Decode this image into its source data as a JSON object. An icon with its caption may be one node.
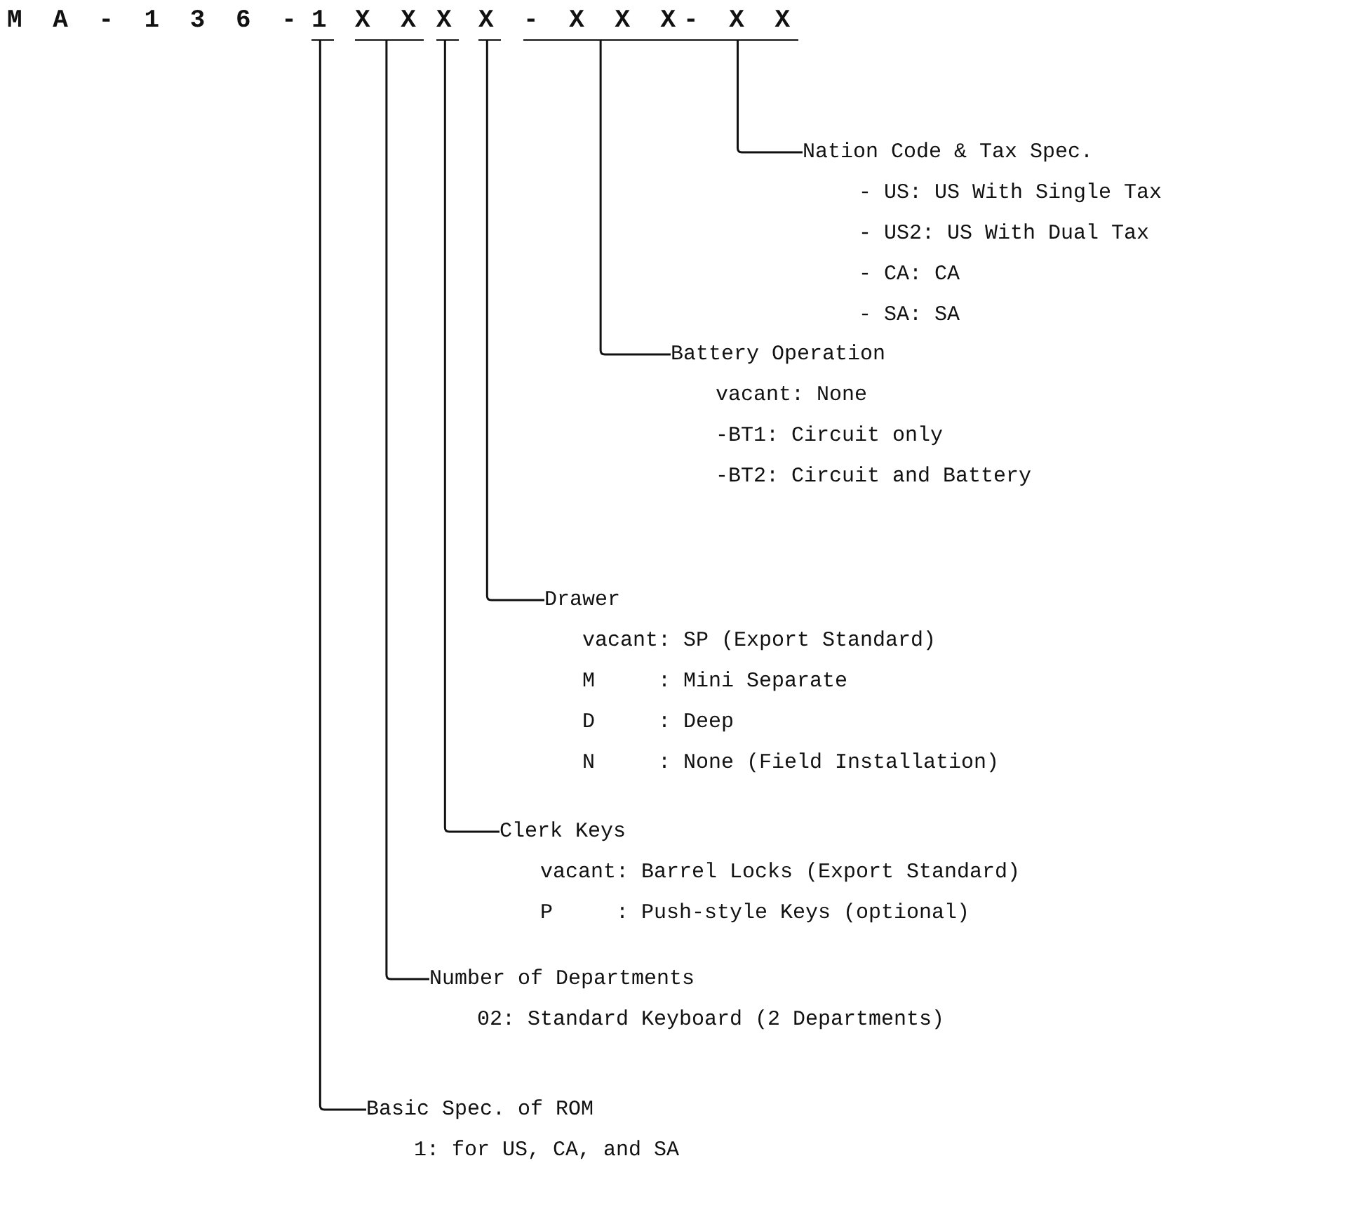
{
  "diagram": {
    "nodes": [
      {
        "text": [
          "1"
        ]
      },
      {
        "text": [
          "X X"
        ]
      },
      {
        "text": [
          "X"
        ]
      },
      {
        "text": [
          "X"
        ]
      },
      {
        "text": [
          "- X X X"
        ]
      },
      {
        "text": [
          "- X X"
        ]
      },
      {
        "text": [
          "Nation Code & Tax Spec.",
          "- US: US With Single Tax",
          "- US2: US With Dual Tax",
          "- CA: CA",
          "- SA: SA"
        ]
      },
      {
        "text": [
          "Battery Operation",
          "vacant: None",
          "-BT1: Circuit only",
          "-BT2: Circuit and Battery"
        ]
      },
      {
        "text": [
          "Drawer",
          "vacant: SP (Export Standard)",
          "M     : Mini Separate",
          "D     : Deep",
          "N     : None (Field Installation)"
        ]
      },
      {
        "text": [
          "Clerk Keys",
          "vacant: Barrel Locks (Export Standard)",
          "P     : Push-style Keys (optional)"
        ]
      },
      {
        "text": [
          "Number of Departments",
          "02: Standard Keyboard (2 Departments)"
        ]
      },
      {
        "text": [
          "Basic Spec. of ROM",
          "1: for US, CA, and SA"
        ]
      }
    ],
    "edges": [
      {
        "from": 5,
        "to": 6,
        "arrow": "none"
      },
      {
        "from": 4,
        "to": 7,
        "arrow": "none"
      },
      {
        "from": 3,
        "to": 8,
        "arrow": "none"
      },
      {
        "from": 2,
        "to": 9,
        "arrow": "none"
      },
      {
        "from": 1,
        "to": 10,
        "arrow": "none"
      },
      {
        "from": 0,
        "to": 11,
        "arrow": "none"
      }
    ],
    "labels": [
      "M A - 1 3 6 -"
    ]
  }
}
